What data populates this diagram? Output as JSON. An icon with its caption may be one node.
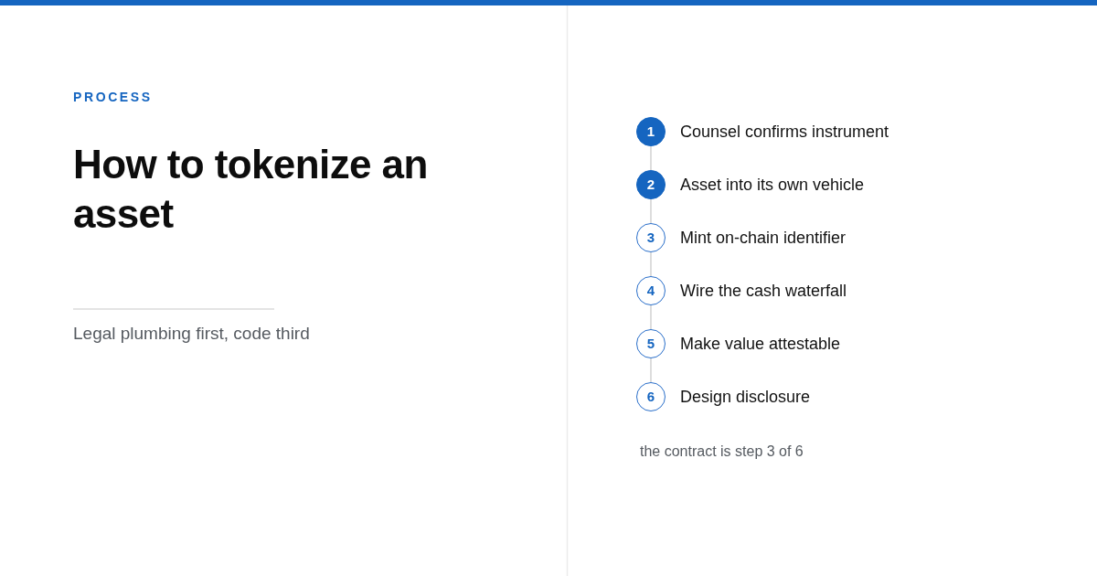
{
  "diagram": {
    "title": "How to tokenize an asset",
    "nodes": [
      {
        "text": [
          "1"
        ],
        "beside": [
          "Counsel confirms instrument"
        ]
      },
      {
        "text": [
          "2"
        ],
        "beside": [
          "Asset into its own vehicle"
        ]
      },
      {
        "text": [
          "3"
        ],
        "beside": [
          "Mint on-chain identifier"
        ]
      },
      {
        "text": [
          "4"
        ],
        "beside": [
          "Wire the cash waterfall"
        ]
      },
      {
        "text": [
          "5"
        ],
        "beside": [
          "Make value attestable"
        ]
      },
      {
        "text": [
          "6"
        ],
        "beside": [
          "Design disclosure"
        ]
      }
    ],
    "edges": [
      {
        "from": 0,
        "to": 1,
        "arrow": "none"
      },
      {
        "from": 1,
        "to": 2,
        "arrow": "none"
      },
      {
        "from": 2,
        "to": 3,
        "arrow": "none"
      },
      {
        "from": 3,
        "to": 4,
        "arrow": "none"
      },
      {
        "from": 4,
        "to": 5,
        "arrow": "none"
      }
    ],
    "labels": [
      "PROCESS",
      "Legal plumbing first, code third",
      "the contract is step 3 of 6"
    ]
  }
}
